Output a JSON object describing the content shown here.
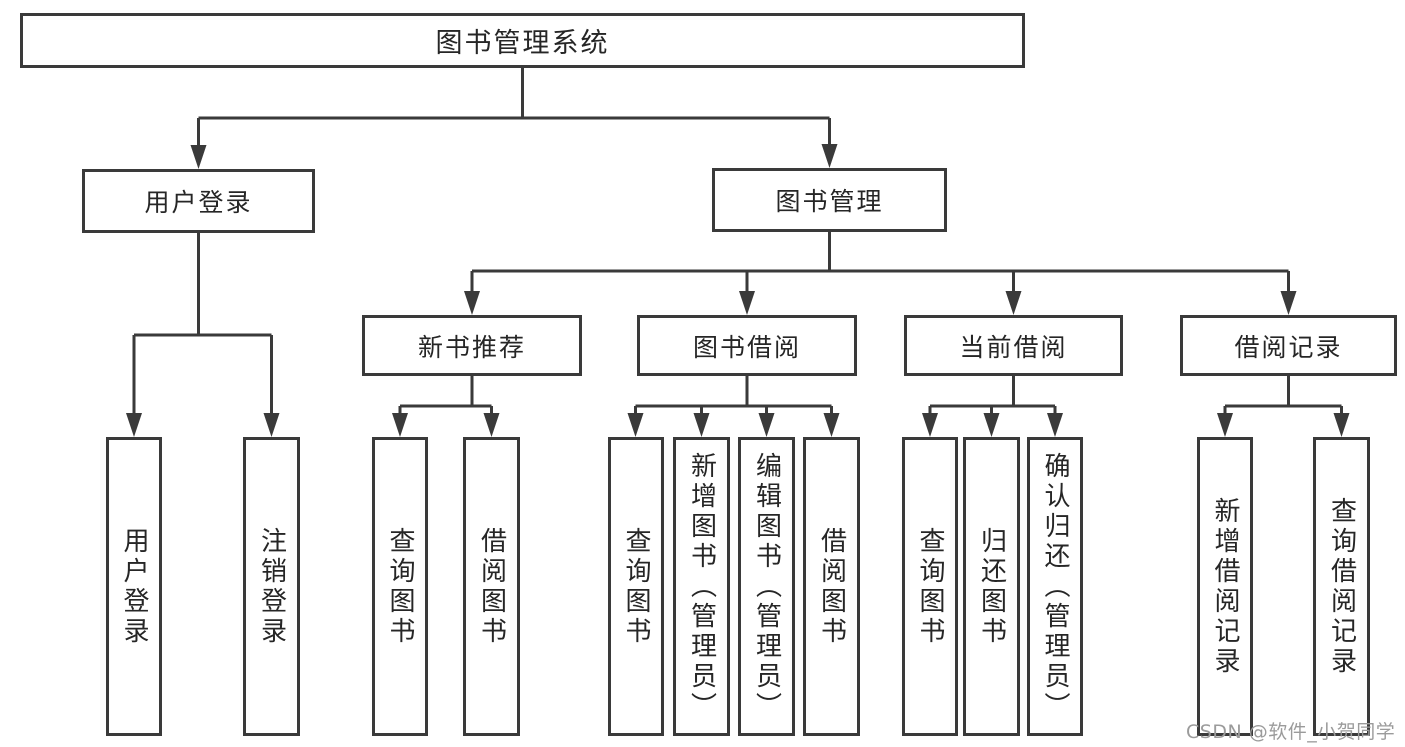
{
  "diagram": {
    "root": {
      "label": "图书管理系统"
    },
    "level2": [
      {
        "label": "用户登录"
      },
      {
        "label": "图书管理"
      }
    ],
    "level3": [
      {
        "label": "新书推荐",
        "parent": "图书管理"
      },
      {
        "label": "图书借阅",
        "parent": "图书管理"
      },
      {
        "label": "当前借阅",
        "parent": "图书管理"
      },
      {
        "label": "借阅记录",
        "parent": "图书管理"
      }
    ],
    "leaves": [
      {
        "label": "用户登录",
        "parent": "用户登录"
      },
      {
        "label": "注销登录",
        "parent": "用户登录"
      },
      {
        "label": "查询图书",
        "parent": "新书推荐"
      },
      {
        "label": "借阅图书",
        "parent": "新书推荐"
      },
      {
        "label": "查询图书",
        "parent": "图书借阅"
      },
      {
        "label": "新增图书（管理员）",
        "parent": "图书借阅"
      },
      {
        "label": "编辑图书（管理员）",
        "parent": "图书借阅"
      },
      {
        "label": "借阅图书",
        "parent": "图书借阅"
      },
      {
        "label": "查询图书",
        "parent": "当前借阅"
      },
      {
        "label": "归还图书",
        "parent": "当前借阅"
      },
      {
        "label": "确认归还（管理员）",
        "parent": "当前借阅"
      },
      {
        "label": "新增借阅记录",
        "parent": "借阅记录"
      },
      {
        "label": "查询借阅记录",
        "parent": "借阅记录"
      }
    ],
    "colors": {
      "line": "#3a3a3a",
      "box_border": "#3a3a3a",
      "text": "#262626",
      "background": "#ffffff"
    }
  },
  "watermark": {
    "text": "CSDN @软件_小贺同学",
    "color": "#9b9b9b"
  }
}
